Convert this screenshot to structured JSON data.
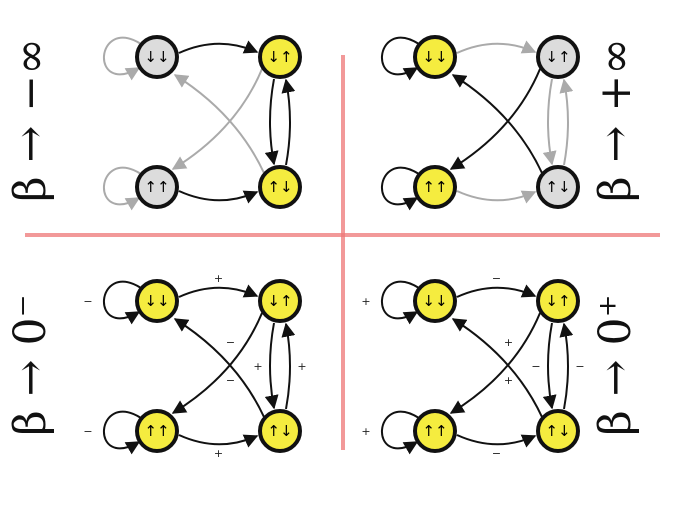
{
  "colors": {
    "active_fill": "#f5ec3f",
    "inactive_fill": "#dcdcdc",
    "active_edge": "#111111",
    "inactive_edge": "#aaaaaa",
    "divider": "#ee7777"
  },
  "state_labels": {
    "down_down": "↓↓",
    "up_down": "↓↑",
    "up_up": "↑↑",
    "down_up": "↑↓"
  },
  "panels": [
    {
      "id": "top-left",
      "limit_label": "β → −∞",
      "nodes": {
        "down_down": "inactive",
        "up_down": "active",
        "up_up": "inactive",
        "down_up": "active"
      },
      "self_loops": {
        "down_down": "inactive",
        "up_up": "inactive"
      },
      "edges": {
        "dd_to_ud": "active",
        "uu_to_du": "active",
        "ud_to_du": "active",
        "du_to_ud": "active",
        "ud_to_uu": "inactive",
        "du_to_dd": "inactive"
      }
    },
    {
      "id": "top-right",
      "limit_label": "β → +∞",
      "nodes": {
        "down_down": "active",
        "up_down": "inactive",
        "up_up": "active",
        "down_up": "inactive"
      },
      "self_loops": {
        "down_down": "active",
        "up_up": "active"
      },
      "edges": {
        "dd_to_ud": "inactive",
        "uu_to_du": "inactive",
        "ud_to_du": "inactive",
        "du_to_ud": "inactive",
        "ud_to_uu": "active",
        "du_to_dd": "active"
      }
    },
    {
      "id": "bottom-left",
      "limit_label": "β → 0⁻",
      "nodes": {
        "down_down": "active",
        "up_down": "active",
        "up_up": "active",
        "down_up": "active"
      },
      "self_loops": {
        "down_down": "active",
        "up_up": "active"
      },
      "edges": {
        "dd_to_ud": "active",
        "uu_to_du": "active",
        "ud_to_du": "active",
        "du_to_ud": "active",
        "ud_to_uu": "active",
        "du_to_dd": "active"
      },
      "signs": {
        "loop_dd": "−",
        "loop_uu": "−",
        "dd_to_ud": "+",
        "uu_to_du": "+",
        "ud_to_du": "+",
        "du_to_ud": "+",
        "ud_to_uu": "−",
        "du_to_dd": "−"
      }
    },
    {
      "id": "bottom-right",
      "limit_label": "β → 0⁺",
      "nodes": {
        "down_down": "active",
        "up_down": "active",
        "up_up": "active",
        "down_up": "active"
      },
      "self_loops": {
        "down_down": "active",
        "up_up": "active"
      },
      "edges": {
        "dd_to_ud": "active",
        "uu_to_du": "active",
        "ud_to_du": "active",
        "du_to_ud": "active",
        "ud_to_uu": "active",
        "du_to_dd": "active"
      },
      "signs": {
        "loop_dd": "+",
        "loop_uu": "+",
        "dd_to_ud": "−",
        "uu_to_du": "−",
        "ud_to_du": "−",
        "du_to_ud": "−",
        "ud_to_uu": "+",
        "du_to_dd": "+"
      }
    }
  ]
}
